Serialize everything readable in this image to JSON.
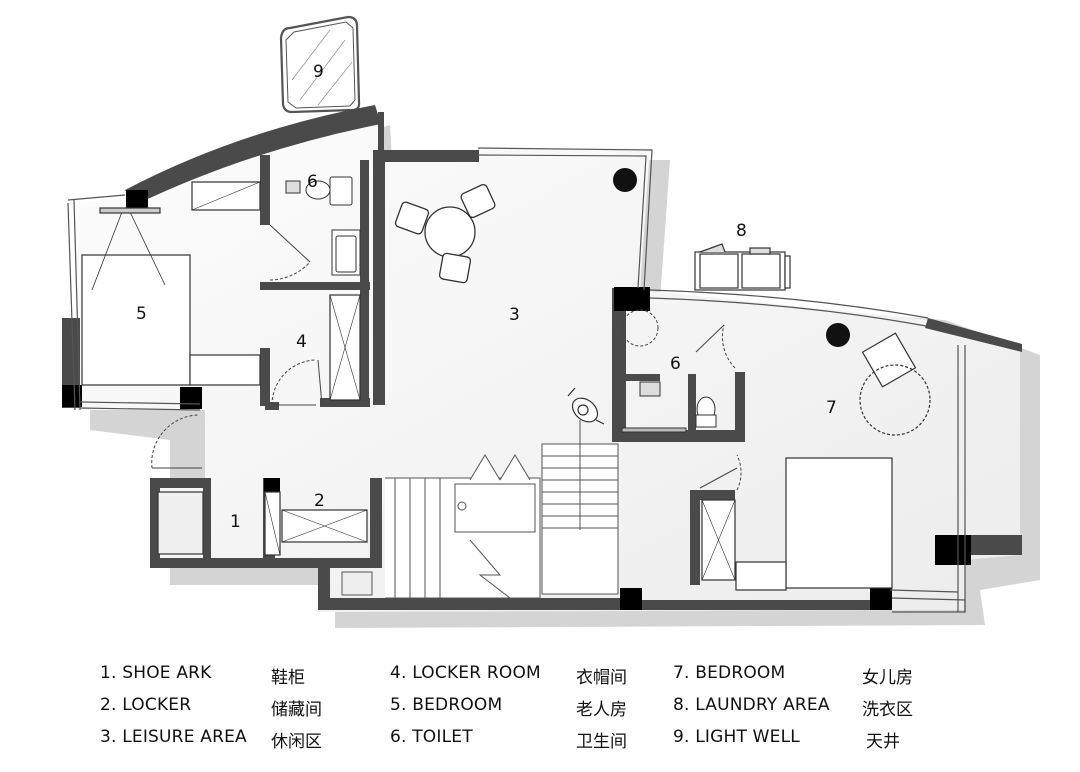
{
  "plan": {
    "room_labels": [
      {
        "id": "1",
        "text": "1"
      },
      {
        "id": "2",
        "text": "2"
      },
      {
        "id": "3",
        "text": "3"
      },
      {
        "id": "4",
        "text": "4"
      },
      {
        "id": "5",
        "text": "5"
      },
      {
        "id": "6a",
        "text": "6"
      },
      {
        "id": "6b",
        "text": "6"
      },
      {
        "id": "7",
        "text": "7"
      },
      {
        "id": "8",
        "text": "8"
      },
      {
        "id": "9",
        "text": "9"
      }
    ]
  },
  "legend": {
    "items": [
      {
        "en": "1. SHOE  ARK",
        "cn": "鞋柜"
      },
      {
        "en": "2. LOCKER",
        "cn": "储藏间"
      },
      {
        "en": "3. LEISURE  AREA",
        "cn": "休闲区"
      },
      {
        "en": "4. LOCKER  ROOM",
        "cn": "衣帽间"
      },
      {
        "en": "5. BEDROOM",
        "cn": "老人房"
      },
      {
        "en": "6. TOILET",
        "cn": "卫生间"
      },
      {
        "en": "7. BEDROOM",
        "cn": "女儿房"
      },
      {
        "en": "8. LAUNDRY  AREA",
        "cn": "洗衣区"
      },
      {
        "en": "9. LIGHT  WELL",
        "cn": "天井"
      }
    ]
  },
  "colors": {
    "wall": "#4a4a4a",
    "wall_shadow": "#d6d6d6",
    "floor": "#f4f4f4",
    "column": "#000000",
    "line": "#333333"
  }
}
